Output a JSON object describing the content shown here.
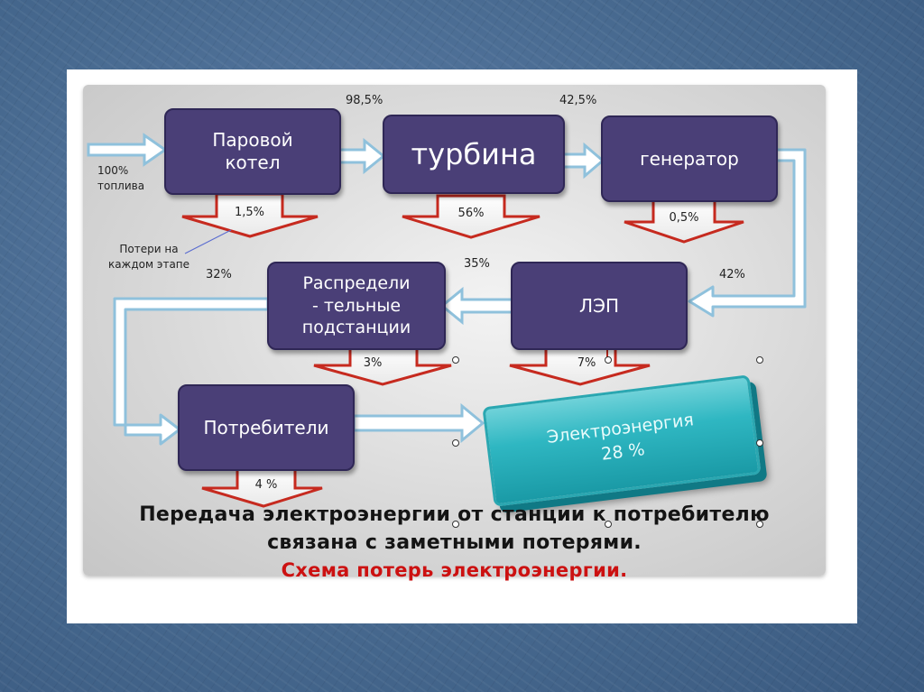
{
  "boxes": {
    "boiler": [
      "Паровой",
      "котел"
    ],
    "turbine": "турбина",
    "generator": "генератор",
    "distribution": [
      "Распредели",
      "- тельные",
      "подстанции"
    ],
    "power_line": "ЛЭП",
    "consumers": "Потребители"
  },
  "efficiency_labels": {
    "boiler_out": "98,5%",
    "turbine_out": "42,5%",
    "generator_out": "42%",
    "line_out": "35%",
    "distribution_out": "32%"
  },
  "input": [
    "100%",
    "топлива"
  ],
  "loss_note": [
    "Потери на",
    "каждом этапе"
  ],
  "losses": {
    "boiler": "1,5%",
    "turbine": "56%",
    "generator": "0,5%",
    "distribution": "3%",
    "power_line": "7%",
    "consumers": "4 %"
  },
  "result": [
    "Электроэнергия",
    "28 %"
  ],
  "caption": {
    "line1": "Передача электроэнергии от станции к потребителю",
    "line2": "связана с заметными потерями.",
    "line3": "Схема потерь электроэнергии."
  },
  "colors": {
    "box": "#4a3f77",
    "loss_arrow_border": "#c62a1f",
    "flow_arrow_border": "#8fc1dc",
    "result_box": "#2fb7c2",
    "caption_accent": "#cc1111"
  }
}
